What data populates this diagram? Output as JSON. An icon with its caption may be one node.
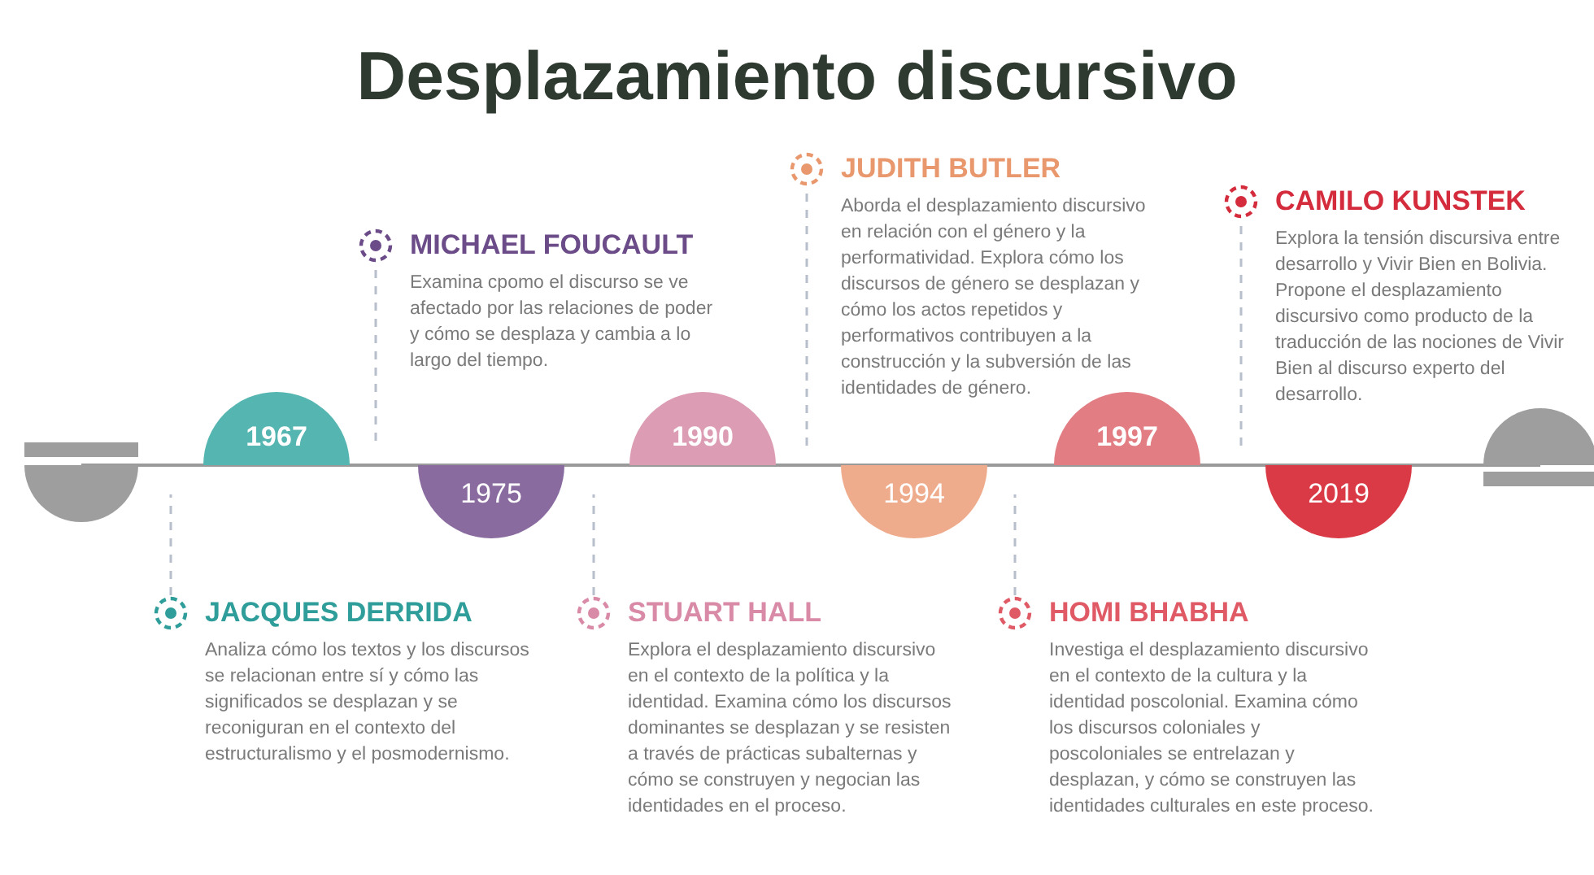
{
  "diagram": {
    "title": "Desplazamiento discursivo",
    "nodes": [
      {
        "text": [],
        "shape": "circle"
      },
      {
        "text": [
          "1967"
        ]
      },
      {
        "text": [
          "1975"
        ]
      },
      {
        "text": [
          "1990"
        ]
      },
      {
        "text": [
          "1994"
        ]
      },
      {
        "text": [
          "1997"
        ]
      },
      {
        "text": [
          "2019"
        ]
      },
      {
        "text": [],
        "shape": "circle"
      },
      {
        "text": [
          "JACQUES DERRIDA",
          "Analiza cómo los textos y los discursos se relacionan entre sí y cómo las significados se desplazan y se reconiguran en el contexto del estructuralismo y el posmodernismo."
        ]
      },
      {
        "text": [
          "MICHAEL FOUCAULT",
          "Examina cpomo el discurso se ve afectado por las relaciones de poder y cómo se desplaza y cambia a lo largo del tiempo."
        ]
      },
      {
        "text": [
          "STUART HALL",
          "Explora el desplazamiento discursivo en el contexto de la política y la identidad. Examina cómo los discursos dominantes se desplazan y se resisten a través de prácticas subalternas y cómo se construyen y negocian las identidades en el proceso."
        ]
      },
      {
        "text": [
          "JUDITH BUTLER",
          "Aborda el desplazamiento discursivo en relación con el género y la performatividad. Explora cómo los discursos de género se desplazan y cómo los actos repetidos y performativos contribuyen a la construcción y la subversión de las identidades de género."
        ]
      },
      {
        "text": [
          "HOMI BHABHA",
          "Investiga el desplazamiento discursivo en el contexto de la cultura y la identidad poscolonial. Examina cómo los discursos coloniales y poscoloniales se entrelazan y desplazan, y cómo se construyen las identidades culturales en este proceso."
        ]
      },
      {
        "text": [
          "CAMILO KUNSTEK",
          "Explora la tensión discursiva entre desarrollo y Vivir Bien en Bolivia. Propone el desplazamiento discursivo como producto de la traducción de las nociones de Vivir Bien al discurso experto del desarrollo."
        ]
      }
    ],
    "edges": [
      {
        "from": 8,
        "to": null,
        "arrow": "none",
        "style": "dashed"
      },
      {
        "from": 9,
        "to": null,
        "arrow": "none",
        "style": "dashed"
      },
      {
        "from": 10,
        "to": null,
        "arrow": "none",
        "style": "dashed"
      },
      {
        "from": 11,
        "to": null,
        "arrow": "none",
        "style": "dashed"
      },
      {
        "from": 12,
        "to": null,
        "arrow": "none",
        "style": "dashed"
      },
      {
        "from": 13,
        "to": null,
        "arrow": "none",
        "style": "dashed"
      },
      {
        "from": 0,
        "to": 7,
        "arrow": "none"
      }
    ]
  }
}
